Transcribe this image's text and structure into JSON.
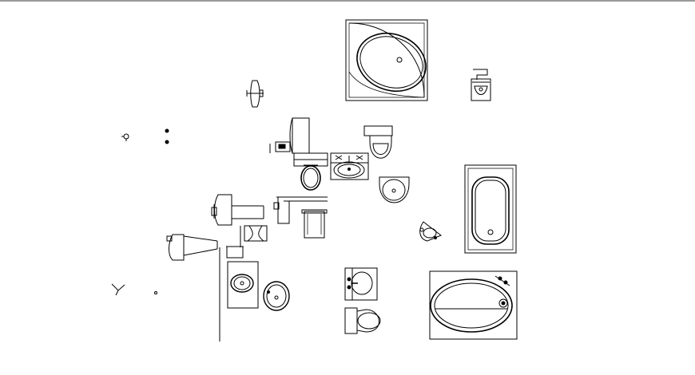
{
  "drawing": {
    "background": "#ffffff",
    "line_color": "#000000",
    "top_rule_color": "#9a9a9a",
    "fixtures": [
      "corner-bathtub",
      "wall-hung-basin-side-elevation",
      "pedestal-basin-side-elevation",
      "vanity-basin-plan",
      "toilet-plan",
      "round-basin-plan",
      "rectangular-bathtub-plan",
      "corner-basin-plan",
      "oval-bathtub-plan",
      "basin-counter-plan",
      "toilet-with-cistern-plan",
      "faucet-symbols"
    ]
  }
}
